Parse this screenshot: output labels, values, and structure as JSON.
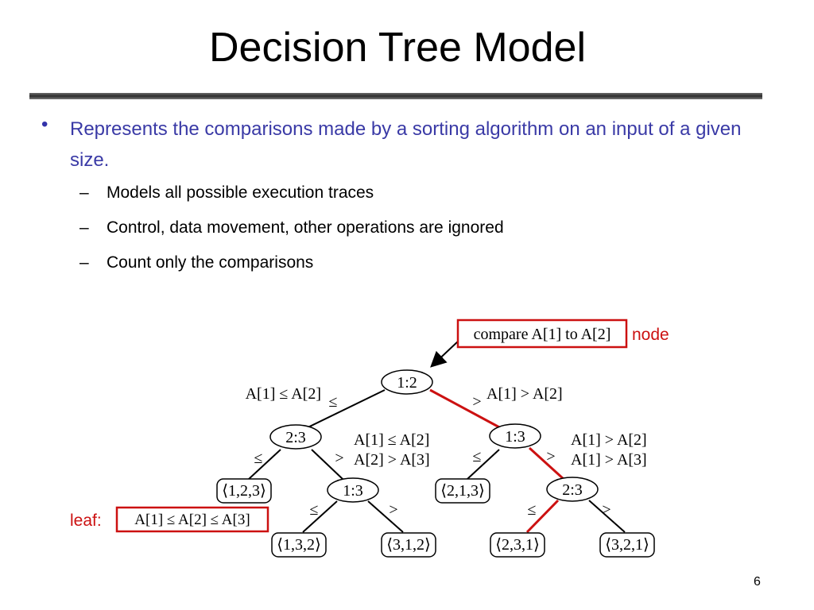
{
  "slide": {
    "title": "Decision Tree Model",
    "bullet": "Represents the comparisons made by a sorting algorithm on an input of a given size.",
    "sub_bullets": [
      "Models all possible execution traces",
      "Control, data movement, other operations are ignored",
      "Count only the comparisons"
    ],
    "page_number": "6"
  },
  "diagram": {
    "node_callout": "compare A[1] to A[2]",
    "node_label": "node",
    "leaf_label": "leaf:",
    "leaf_callout": "A[1] ≤ A[2] ≤ A[3]",
    "nodes": {
      "root": "1:2",
      "left": "2:3",
      "right": "1:3",
      "left_right": "1:3",
      "right_right": "2:3"
    },
    "leaves": {
      "l1": "⟨1,2,3⟩",
      "l2": "⟨1,3,2⟩",
      "l3": "⟨3,1,2⟩",
      "l4": "⟨2,1,3⟩",
      "l5": "⟨2,3,1⟩",
      "l6": "⟨3,2,1⟩"
    },
    "edge_labels": {
      "le": "≤",
      "gt": ">"
    },
    "conditions": {
      "root_left": "A[1] ≤ A[2]",
      "root_right": "A[1] > A[2]",
      "mid_left_1": "A[1] ≤ A[2]",
      "mid_left_2": "A[2] > A[3]",
      "mid_right_1": "A[1] > A[2]",
      "mid_right_2": "A[1] > A[3]"
    },
    "colors": {
      "highlight": "#cc1111",
      "bullet_text": "#3a3aa6"
    }
  }
}
